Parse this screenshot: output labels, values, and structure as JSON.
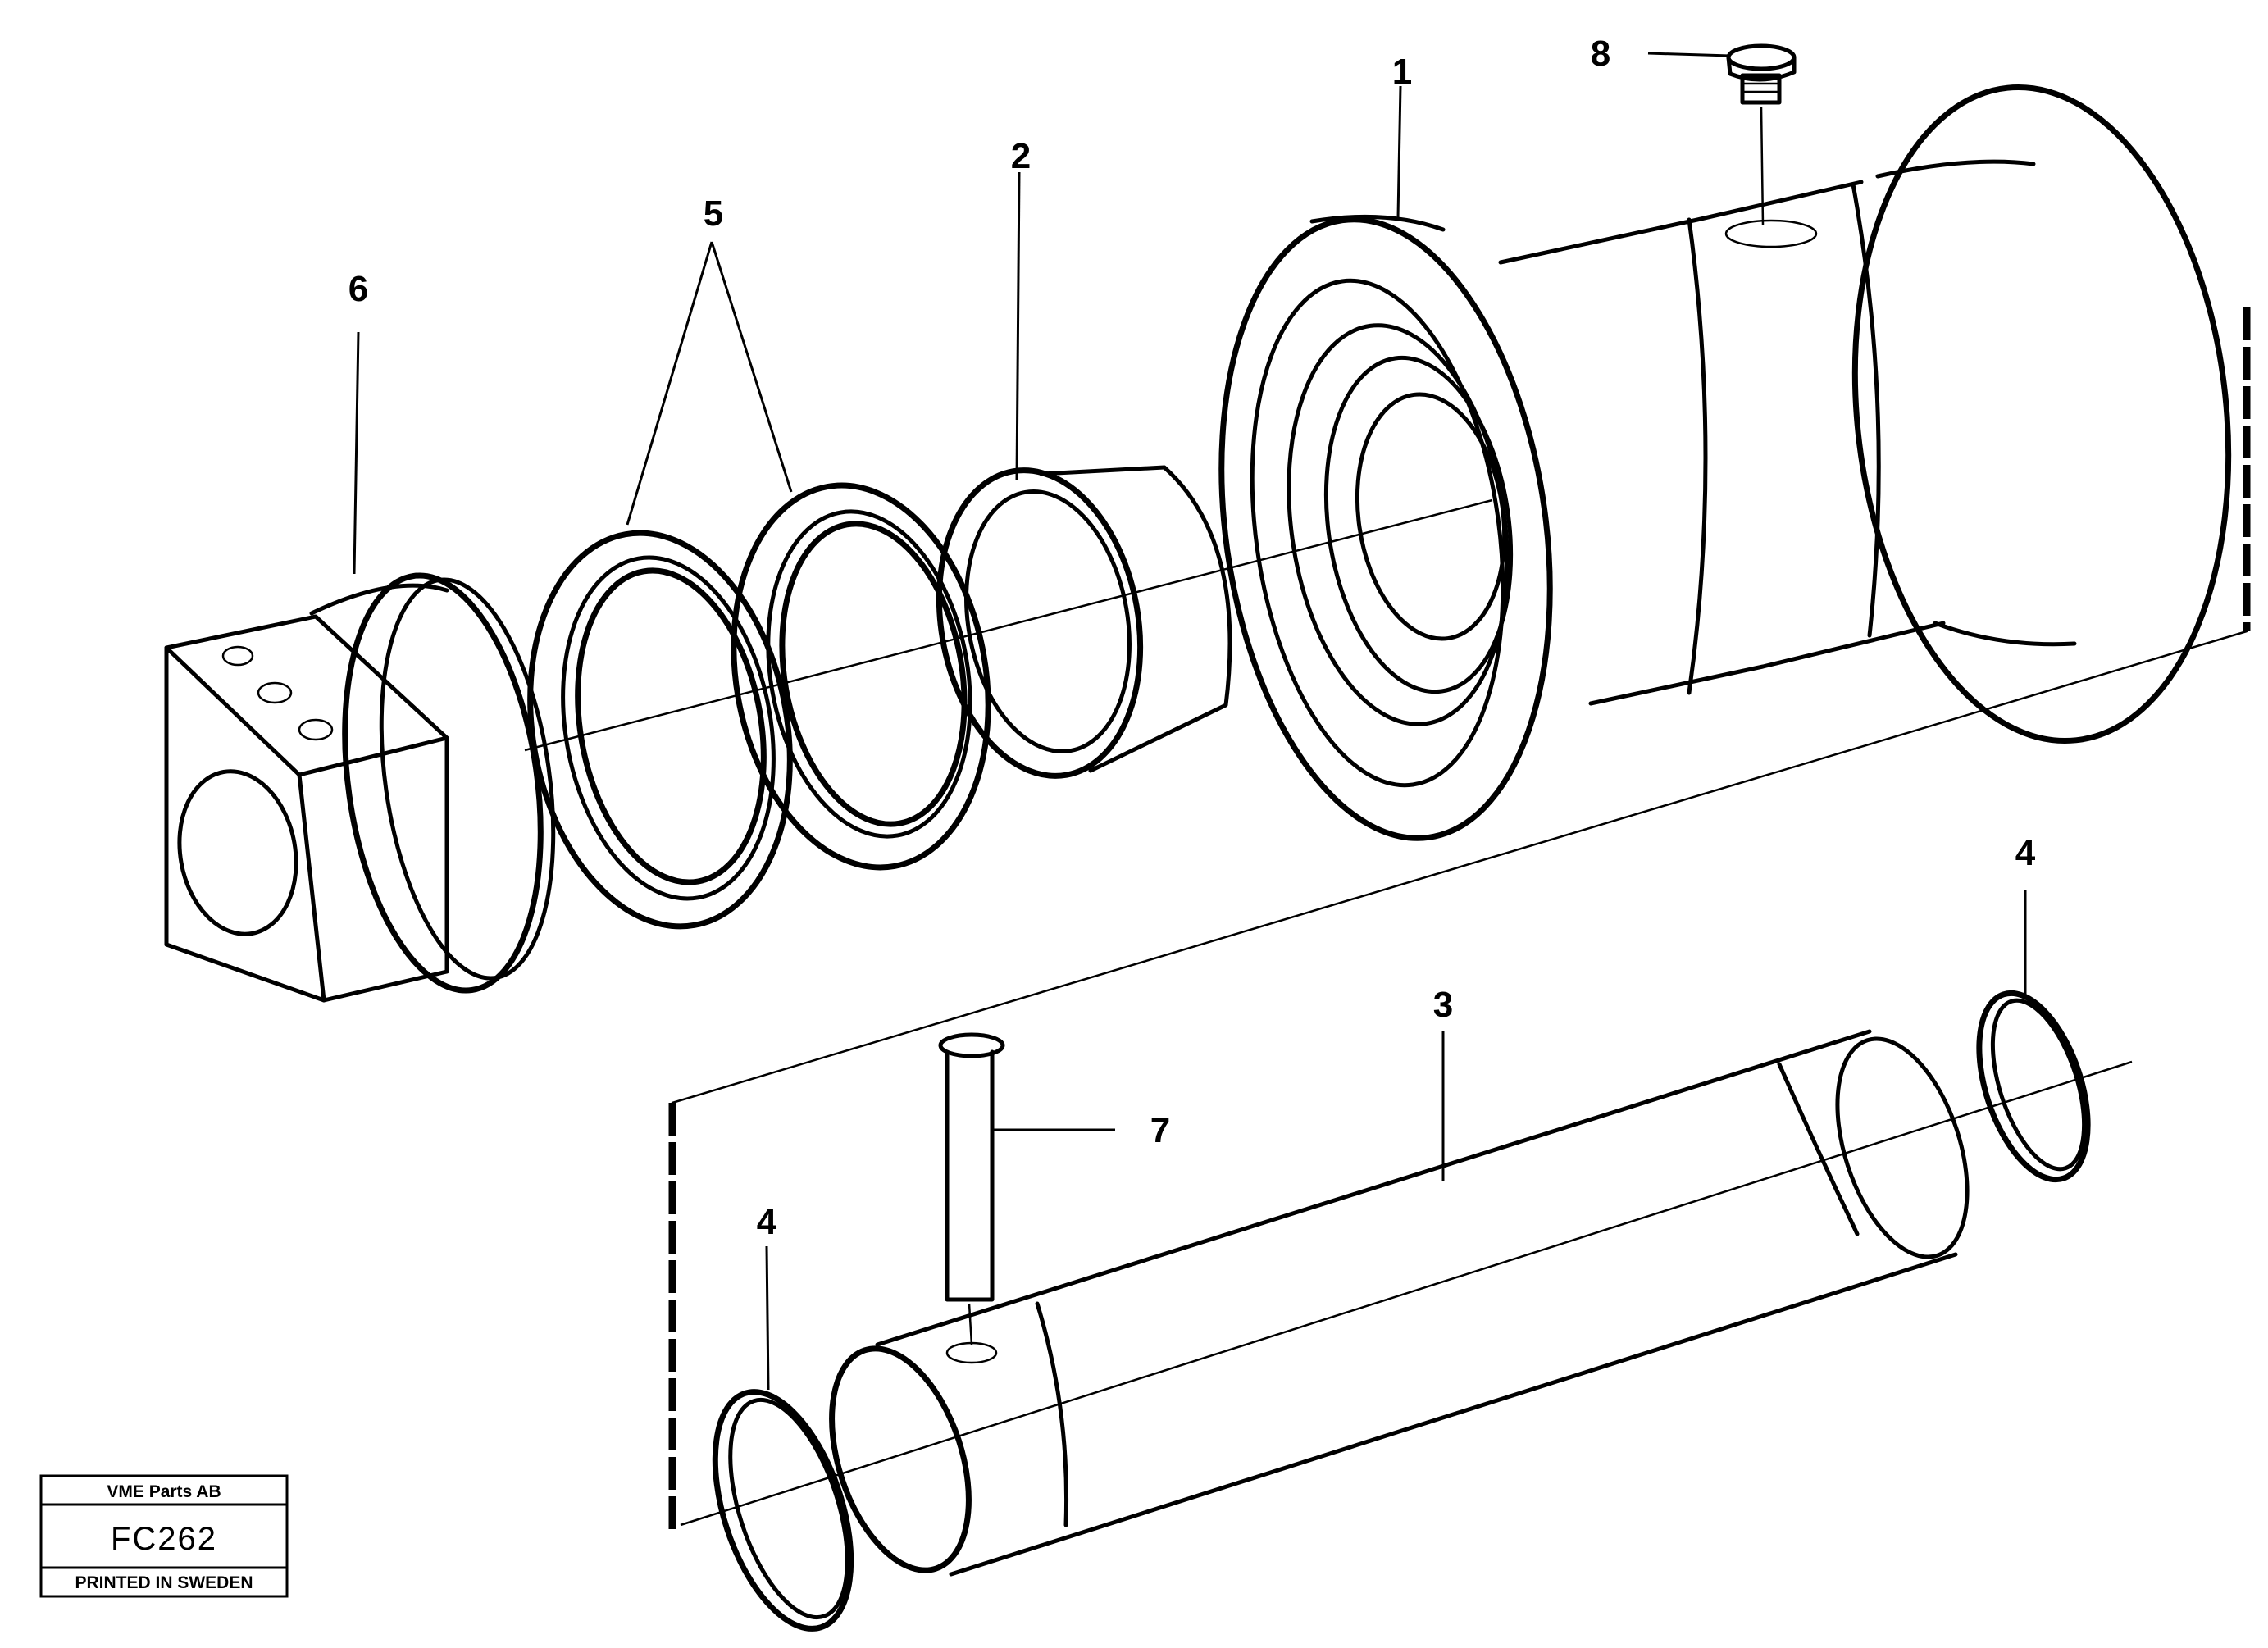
{
  "title_block": {
    "company": "VME Parts AB",
    "figure_code": "FC262",
    "footer": "PRINTED IN SWEDEN"
  },
  "callouts": [
    "1",
    "2",
    "3",
    "4",
    "4",
    "5",
    "6",
    "7",
    "8"
  ]
}
